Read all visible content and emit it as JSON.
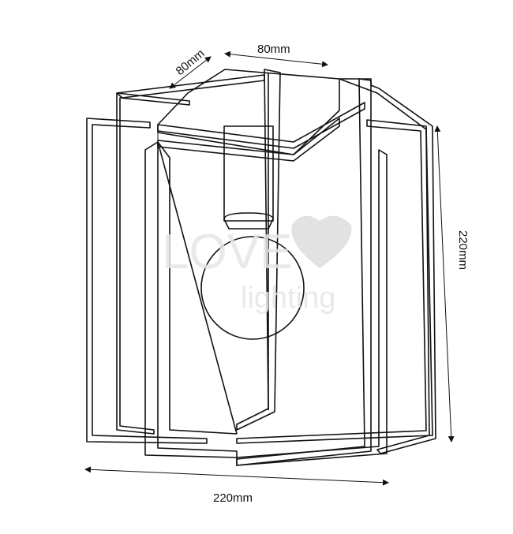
{
  "dimensions": {
    "depth_label": "80mm",
    "width_top_label": "80mm",
    "height_label": "220mm",
    "width_bottom_label": "220mm"
  },
  "watermark": {
    "brand": "LOVE",
    "sub": "lighting"
  }
}
